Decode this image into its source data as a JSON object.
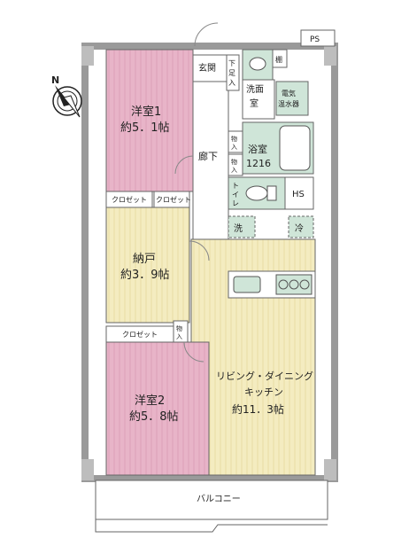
{
  "labels": {
    "ps": "PS",
    "genkan": "玄関",
    "shita": "下",
    "soku": "足",
    "ire": "入",
    "tana": "棚",
    "senmen_1": "洗",
    "senmen_2": "面",
    "senmen_3": "室",
    "denki_1": "電気",
    "denki_2": "温水器",
    "room1_name": "洋室1",
    "room1_size": "約5．1帖",
    "rouka": "廊下",
    "mono": "物",
    "mono_ire": "入",
    "bath_name": "浴室",
    "bath_size": "1216",
    "toilet_1": "ト",
    "toilet_2": "イ",
    "toilet_3": "レ",
    "hs": "HS",
    "closet": "クロゼット",
    "sentaku": "洗",
    "rei": "冷",
    "nando_name": "納戸",
    "nando_size": "約3．9帖",
    "room2_name": "洋室2",
    "room2_size": "約5．8帖",
    "ldk_1": "リビング・ダイニング",
    "ldk_2": "キッチン",
    "ldk_size": "約11．3帖",
    "balcony": "バルコニー"
  },
  "colors": {
    "room": "#e8b4c8",
    "nando": "#f4ecc0",
    "ldk": "#f4ecc0",
    "corridor": "#ffffff",
    "wet": "#cfe5d8",
    "wall": "#9a9a9a"
  },
  "icons": [
    "north-arrow-icon",
    "bathtub-icon",
    "toilet-icon",
    "sink-icon",
    "stove-icon"
  ]
}
